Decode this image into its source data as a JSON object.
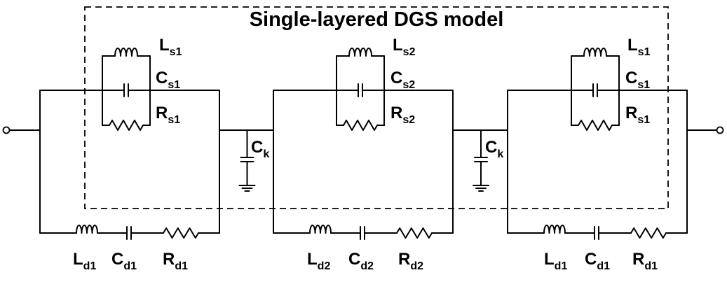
{
  "title": "Single-layered DGS model",
  "cells": [
    {
      "ls": {
        "main": "L",
        "sub": "s1"
      },
      "cs": {
        "main": "C",
        "sub": "s1"
      },
      "rs": {
        "main": "R",
        "sub": "s1"
      },
      "ld": {
        "main": "L",
        "sub": "d1"
      },
      "cd": {
        "main": "C",
        "sub": "d1"
      },
      "rd": {
        "main": "R",
        "sub": "d1"
      }
    },
    {
      "ls": {
        "main": "L",
        "sub": "s2"
      },
      "cs": {
        "main": "C",
        "sub": "s2"
      },
      "rs": {
        "main": "R",
        "sub": "s2"
      },
      "ld": {
        "main": "L",
        "sub": "d2"
      },
      "cd": {
        "main": "C",
        "sub": "d2"
      },
      "rd": {
        "main": "R",
        "sub": "d2"
      }
    },
    {
      "ls": {
        "main": "L",
        "sub": "s1"
      },
      "cs": {
        "main": "C",
        "sub": "s1"
      },
      "rs": {
        "main": "R",
        "sub": "s1"
      },
      "ld": {
        "main": "L",
        "sub": "d1"
      },
      "cd": {
        "main": "C",
        "sub": "d1"
      },
      "rd": {
        "main": "R",
        "sub": "d1"
      }
    }
  ],
  "couplings": [
    {
      "main": "C",
      "sub": "k"
    },
    {
      "main": "C",
      "sub": "k"
    }
  ]
}
